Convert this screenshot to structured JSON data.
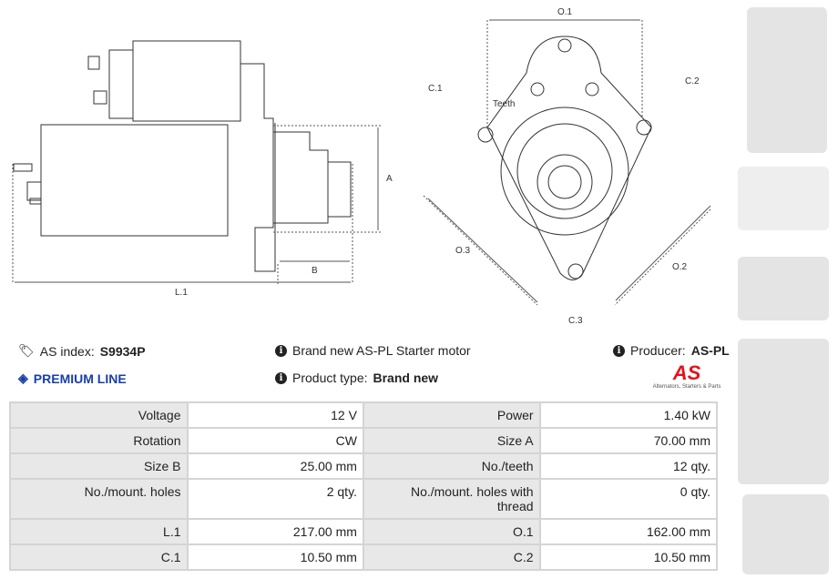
{
  "drawing_side": {
    "label_a": "A",
    "label_b": "B",
    "label_l1": "L.1"
  },
  "drawing_front": {
    "label_o1": "O.1",
    "label_c1": "C.1",
    "label_c2": "C.2",
    "label_teeth": "Teeth",
    "label_o3": "O.3",
    "label_o2": "O.2",
    "label_c3": "C.3"
  },
  "info": {
    "as_index_label": "AS index:",
    "as_index_value": "S9934P",
    "premium": "PREMIUM LINE",
    "description": "Brand new AS-PL Starter motor",
    "product_type_label": "Product type:",
    "product_type_value": "Brand new",
    "producer_label": "Producer:",
    "producer_value": "AS-PL",
    "logo_text": "AS",
    "logo_tagline": "Alternators, Starters & Parts"
  },
  "colors": {
    "premium": "#1a3fa8",
    "logo": "#e3131b"
  },
  "specs": [
    {
      "l1": "Voltage",
      "v1": "12 V",
      "l2": "Power",
      "v2": "1.40 kW"
    },
    {
      "l1": "Rotation",
      "v1": "CW",
      "l2": "Size A",
      "v2": "70.00 mm"
    },
    {
      "l1": "Size B",
      "v1": "25.00 mm",
      "l2": "No./teeth",
      "v2": "12 qty."
    },
    {
      "l1": "No./mount. holes",
      "v1": "2 qty.",
      "l2": "No./mount. holes with thread",
      "v2": "0 qty."
    },
    {
      "l1": "L.1",
      "v1": "217.00 mm",
      "l2": "O.1",
      "v2": "162.00 mm"
    },
    {
      "l1": "C.1",
      "v1": "10.50 mm",
      "l2": "C.2",
      "v2": "10.50 mm"
    }
  ]
}
